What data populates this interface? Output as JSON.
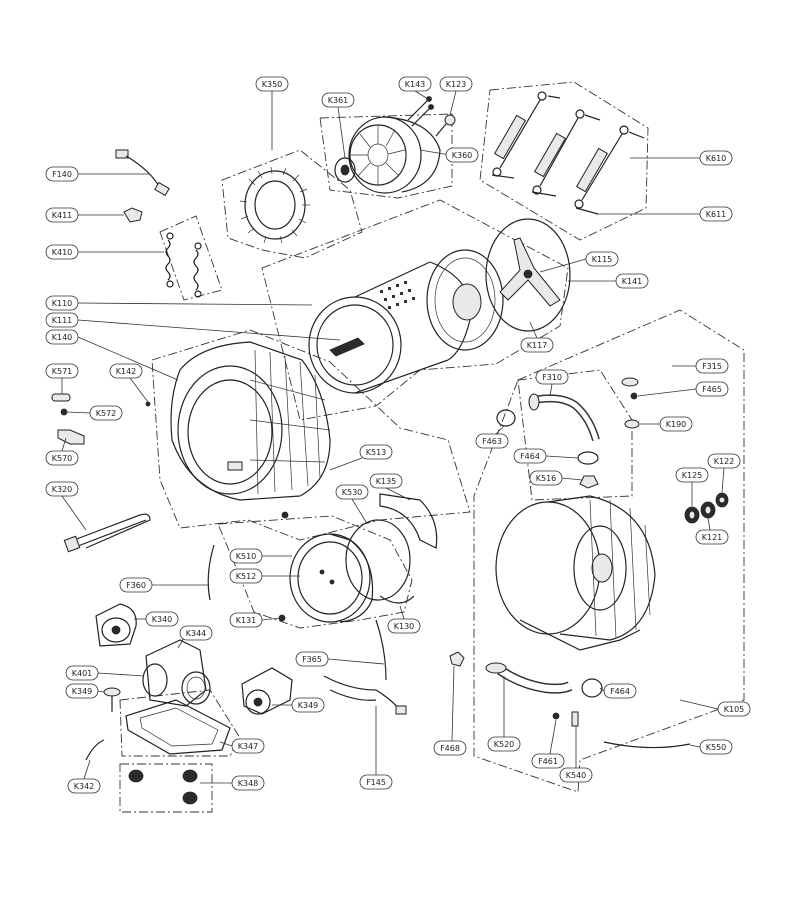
{
  "labels": {
    "K350": "K350",
    "K361": "K361",
    "K143": "K143",
    "K123": "K123",
    "K360": "K360",
    "K610": "K610",
    "K611": "K611",
    "F140": "F140",
    "K411": "K411",
    "K410": "K410",
    "K115": "K115",
    "K141": "K141",
    "K110": "K110",
    "K111": "K111",
    "K117": "K117",
    "K140": "K140",
    "K571": "K571",
    "K142": "K142",
    "K572": "K572",
    "K570": "K570",
    "F315": "F315",
    "F465": "F465",
    "F310": "F310",
    "K190": "K190",
    "F463": "F463",
    "F464a": "F464",
    "K513": "K513",
    "K135": "K135",
    "K530": "K530",
    "K516": "K516",
    "K125": "K125",
    "K122": "K122",
    "K121": "K121",
    "K320": "K320",
    "K510": "K510",
    "K512": "K512",
    "F360": "F360",
    "K340": "K340",
    "K344": "K344",
    "K131": "K131",
    "K130": "K130",
    "F365": "F365",
    "K401": "K401",
    "K349a": "K349",
    "K349b": "K349",
    "F464b": "F464",
    "K105": "K105",
    "K347": "K347",
    "F468": "F468",
    "K520": "K520",
    "F461": "F461",
    "K550": "K550",
    "K342": "K342",
    "K348": "K348",
    "F145": "F145",
    "K540": "K540"
  }
}
